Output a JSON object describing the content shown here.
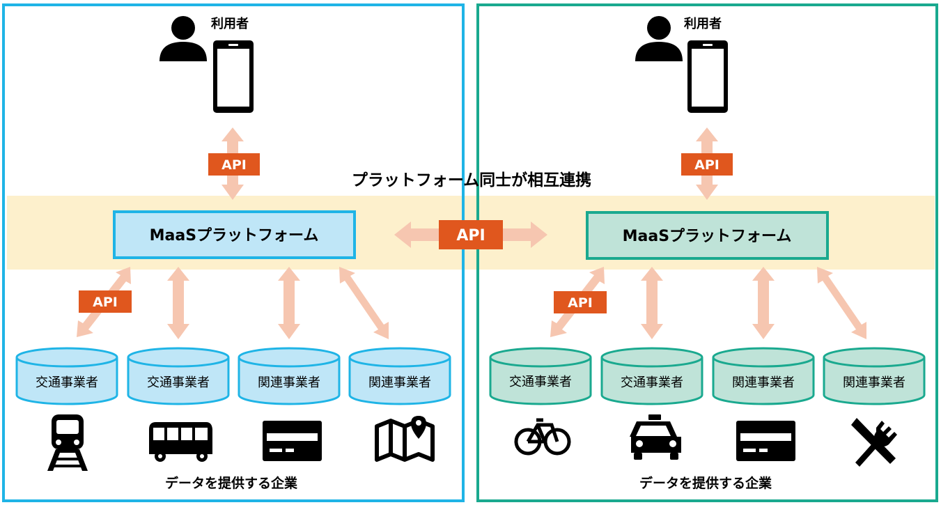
{
  "title": "プラットフォーム同士が相互連携",
  "api_label": "API",
  "panels": [
    {
      "user_label": "利用者",
      "platform_label": "MaaSプラットフォーム",
      "provider_caption": "データを提供する企業",
      "databases": [
        {
          "label": "交通事業者",
          "icon": "train-icon"
        },
        {
          "label": "交通事業者",
          "icon": "bus-icon"
        },
        {
          "label": "関連事業者",
          "icon": "card-icon"
        },
        {
          "label": "関連事業者",
          "icon": "map-pin-icon"
        }
      ]
    },
    {
      "user_label": "利用者",
      "platform_label": "MaaSプラットフォーム",
      "provider_caption": "データを提供する企業",
      "databases": [
        {
          "label": "交通事業者",
          "icon": "bicycle-icon"
        },
        {
          "label": "交通事業者",
          "icon": "taxi-icon"
        },
        {
          "label": "関連事業者",
          "icon": "card-icon"
        },
        {
          "label": "関連事業者",
          "icon": "fork-knife-icon"
        }
      ]
    }
  ],
  "colors": {
    "left_border": "#1fb4e6",
    "right_border": "#1aa98f",
    "band": "#fdf0cc",
    "left_fill": "#bfe6f7",
    "right_fill": "#bfe3d8",
    "arrow": "#f6c6b0",
    "api_badge": "#e0571e"
  }
}
